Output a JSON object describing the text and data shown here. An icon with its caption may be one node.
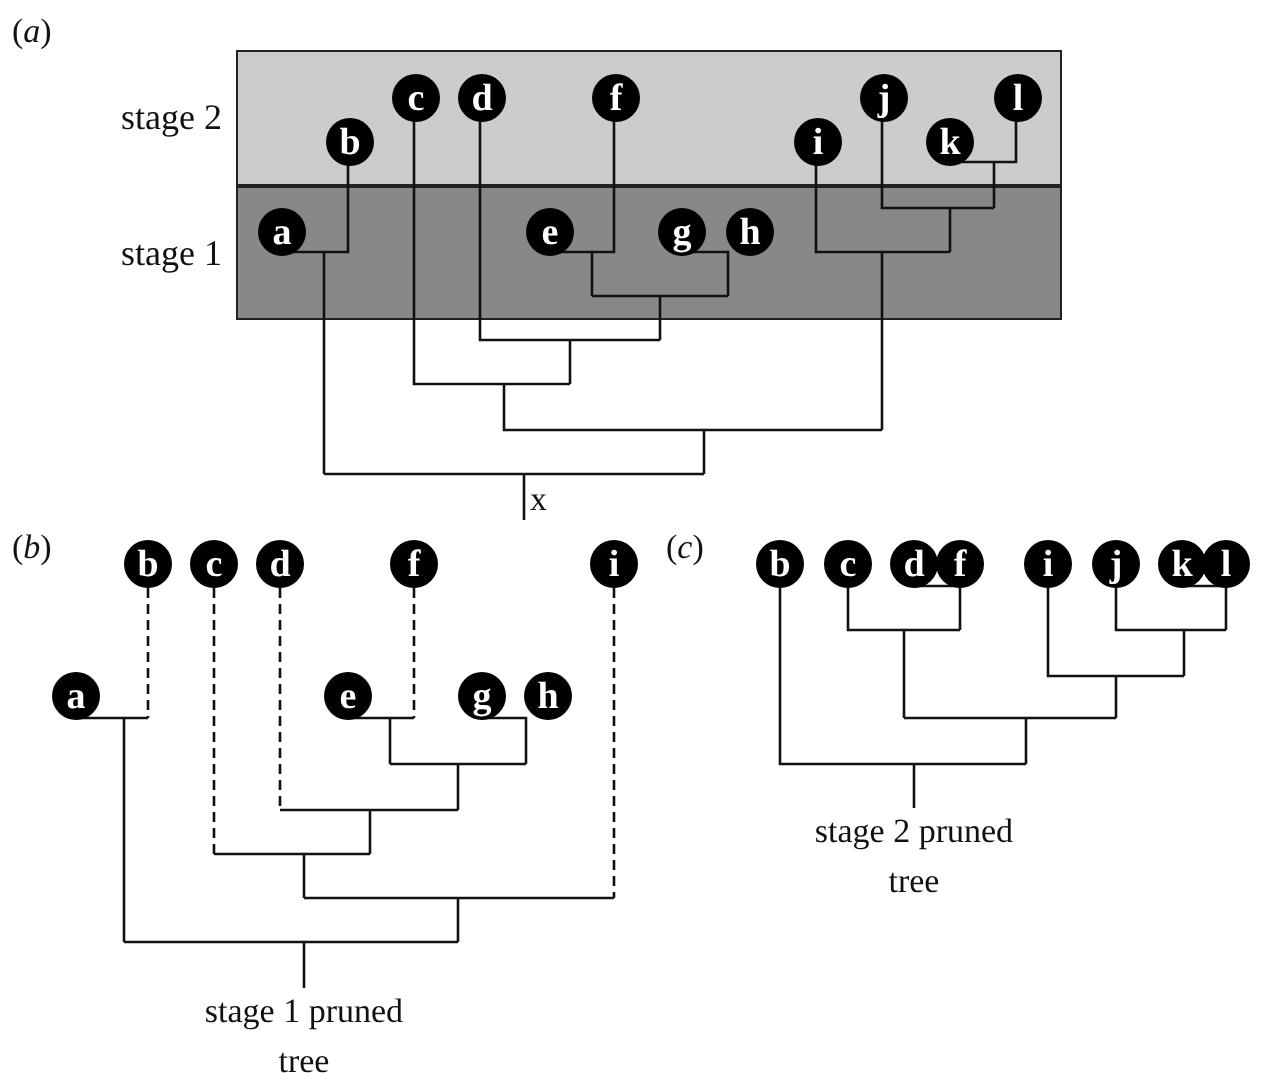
{
  "diagram": {
    "nodes": [
      {
        "text": [
          "stage 2"
        ]
      },
      {
        "text": [
          "stage 1"
        ]
      },
      {
        "text": [
          "c"
        ],
        "in": 0
      },
      {
        "text": [
          "d"
        ],
        "in": 0
      },
      {
        "text": [
          "f"
        ],
        "in": 0
      },
      {
        "text": [
          "j"
        ],
        "in": 0
      },
      {
        "text": [
          "l"
        ],
        "in": 0
      },
      {
        "text": [
          "b"
        ],
        "in": 0
      },
      {
        "text": [
          "i"
        ],
        "in": 0
      },
      {
        "text": [
          "k"
        ],
        "in": 0
      },
      {
        "text": [
          "a"
        ],
        "in": 1
      },
      {
        "text": [
          "e"
        ],
        "in": 1
      },
      {
        "text": [
          "g"
        ],
        "in": 1
      },
      {
        "text": [
          "h"
        ],
        "in": 1
      },
      {
        "text": [
          "b"
        ]
      },
      {
        "text": [
          "c"
        ]
      },
      {
        "text": [
          "d"
        ]
      },
      {
        "text": [
          "f"
        ]
      },
      {
        "text": [
          "i"
        ]
      },
      {
        "text": [
          "a"
        ]
      },
      {
        "text": [
          "e"
        ]
      },
      {
        "text": [
          "g"
        ]
      },
      {
        "text": [
          "h"
        ]
      },
      {
        "text": [
          "b"
        ]
      },
      {
        "text": [
          "c"
        ]
      },
      {
        "text": [
          "d"
        ]
      },
      {
        "text": [
          "f"
        ]
      },
      {
        "text": [
          "i"
        ]
      },
      {
        "text": [
          "j"
        ]
      },
      {
        "text": [
          "k"
        ]
      },
      {
        "text": [
          "l"
        ]
      }
    ],
    "labels": [
      "(*a*)",
      "x",
      "(*b*)",
      "stage 1 pruned tree",
      "(*c*)",
      "stage 2 pruned tree"
    ]
  }
}
